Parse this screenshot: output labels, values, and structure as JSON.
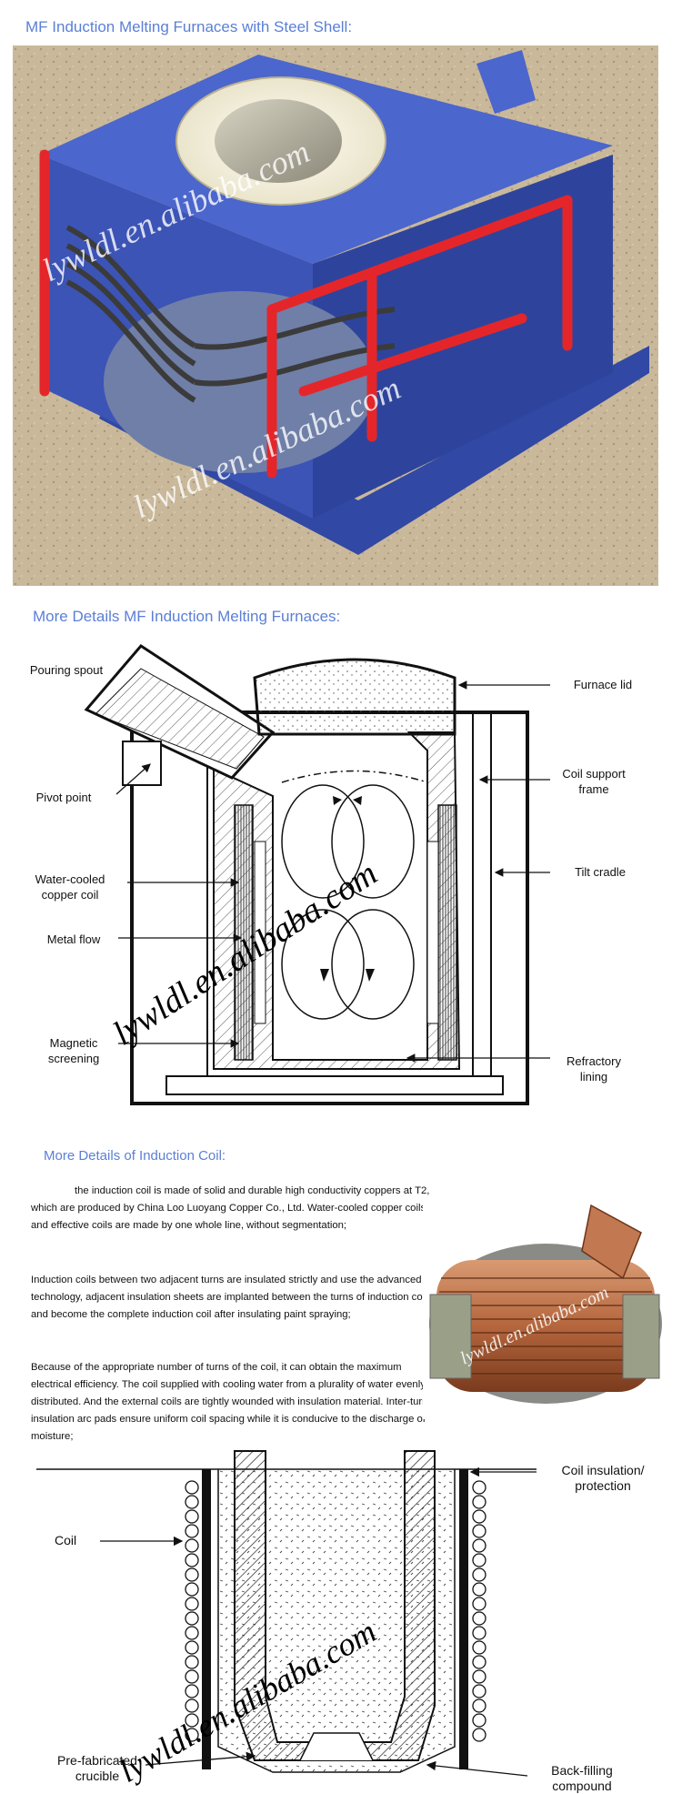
{
  "section1": {
    "heading": "MF Induction Melting Furnaces  with Steel Shell:",
    "watermark": "lywldl.en.alibaba.com"
  },
  "section2": {
    "heading": "More Details MF Induction Melting Furnaces:",
    "labels": {
      "pouring_spout": "Pouring spout",
      "pivot_point": "Pivot point",
      "water_cooled_coil": "Water-cooled copper coil",
      "metal_flow": "Metal flow",
      "magnetic_screening": "Magnetic screening",
      "furnace_lid": "Furnace lid",
      "coil_support_frame": "Coil support frame",
      "tilt_cradle": "Tilt cradle",
      "refractory_lining": "Refractory lining"
    },
    "watermark": "lywldl.en.alibaba.com"
  },
  "section3": {
    "heading": "More Details of Induction Coil:",
    "paragraphs": [
      "the induction coil is made of solid and durable high conductivity coppers at T2, which are produced by China Loo Luoyang Copper Co., Ltd. Water-cooled copper coils and effective coils are made by one whole line, without segmentation;",
      "Induction coils between two adjacent turns are insulated strictly and use the advanced technology, adjacent insulation sheets are implanted between the turns of induction coil and become the complete induction coil after insulating paint spraying;",
      "Because of the appropriate number of turns of the coil, it can obtain the maximum electrical efficiency. The coil supplied with cooling water from a plurality of water evenly distributed. And the external coils are tightly wounded with insulation material. Inter-turn insulation arc pads ensure uniform coil spacing while it is conducive to the discharge of moisture;"
    ],
    "watermark": "lywldl.en.alibaba.com"
  },
  "section4": {
    "labels": {
      "coil": "Coil",
      "coil_insulation": "Coil insulation/ protection",
      "pre_fabricated_crucible": "Pre-fabricated crucible",
      "back_filling_compound": "Back-filling compound"
    },
    "watermark": "lywldl.en.alibaba.com"
  },
  "colors": {
    "heading": "#5b7fd6",
    "furnace_blue": "#3d55b8",
    "pipe_red": "#e4262a",
    "copper": "#b5663d"
  }
}
